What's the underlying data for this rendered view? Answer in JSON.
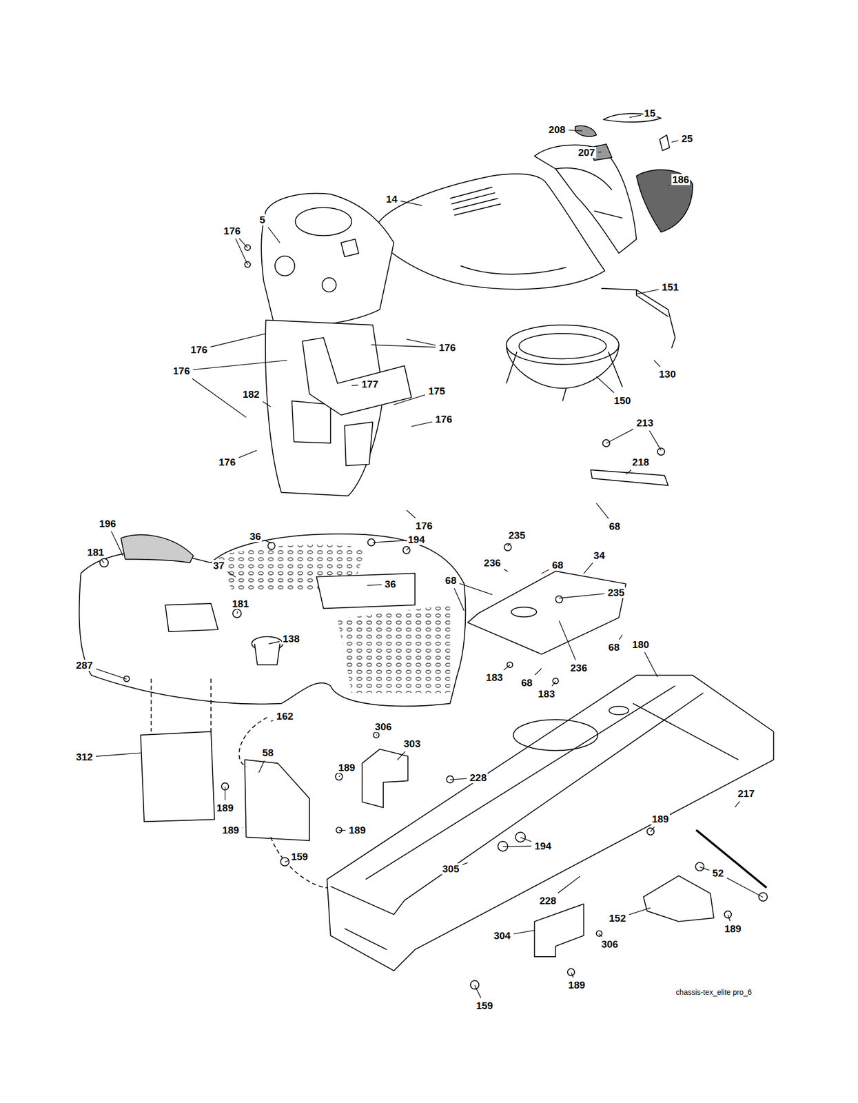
{
  "diagram": {
    "labels": [
      "15",
      "208",
      "25",
      "207",
      "186",
      "14",
      "5",
      "176",
      "151",
      "176",
      "176",
      "130",
      "176",
      "177",
      "182",
      "175",
      "150",
      "176",
      "213",
      "176",
      "218",
      "176",
      "68",
      "196",
      "36",
      "194",
      "235",
      "181",
      "68",
      "34",
      "236",
      "37",
      "68",
      "36",
      "235",
      "181",
      "138",
      "180",
      "68",
      "287",
      "236",
      "183",
      "68",
      "183",
      "162",
      "306",
      "303",
      "58",
      "312",
      "189",
      "228",
      "217",
      "189",
      "189",
      "189",
      "189",
      "194",
      "159",
      "305",
      "52",
      "228",
      "152",
      "189",
      "304",
      "306",
      "189",
      "159",
      "chassis-tex_elite pro_6"
    ]
  }
}
